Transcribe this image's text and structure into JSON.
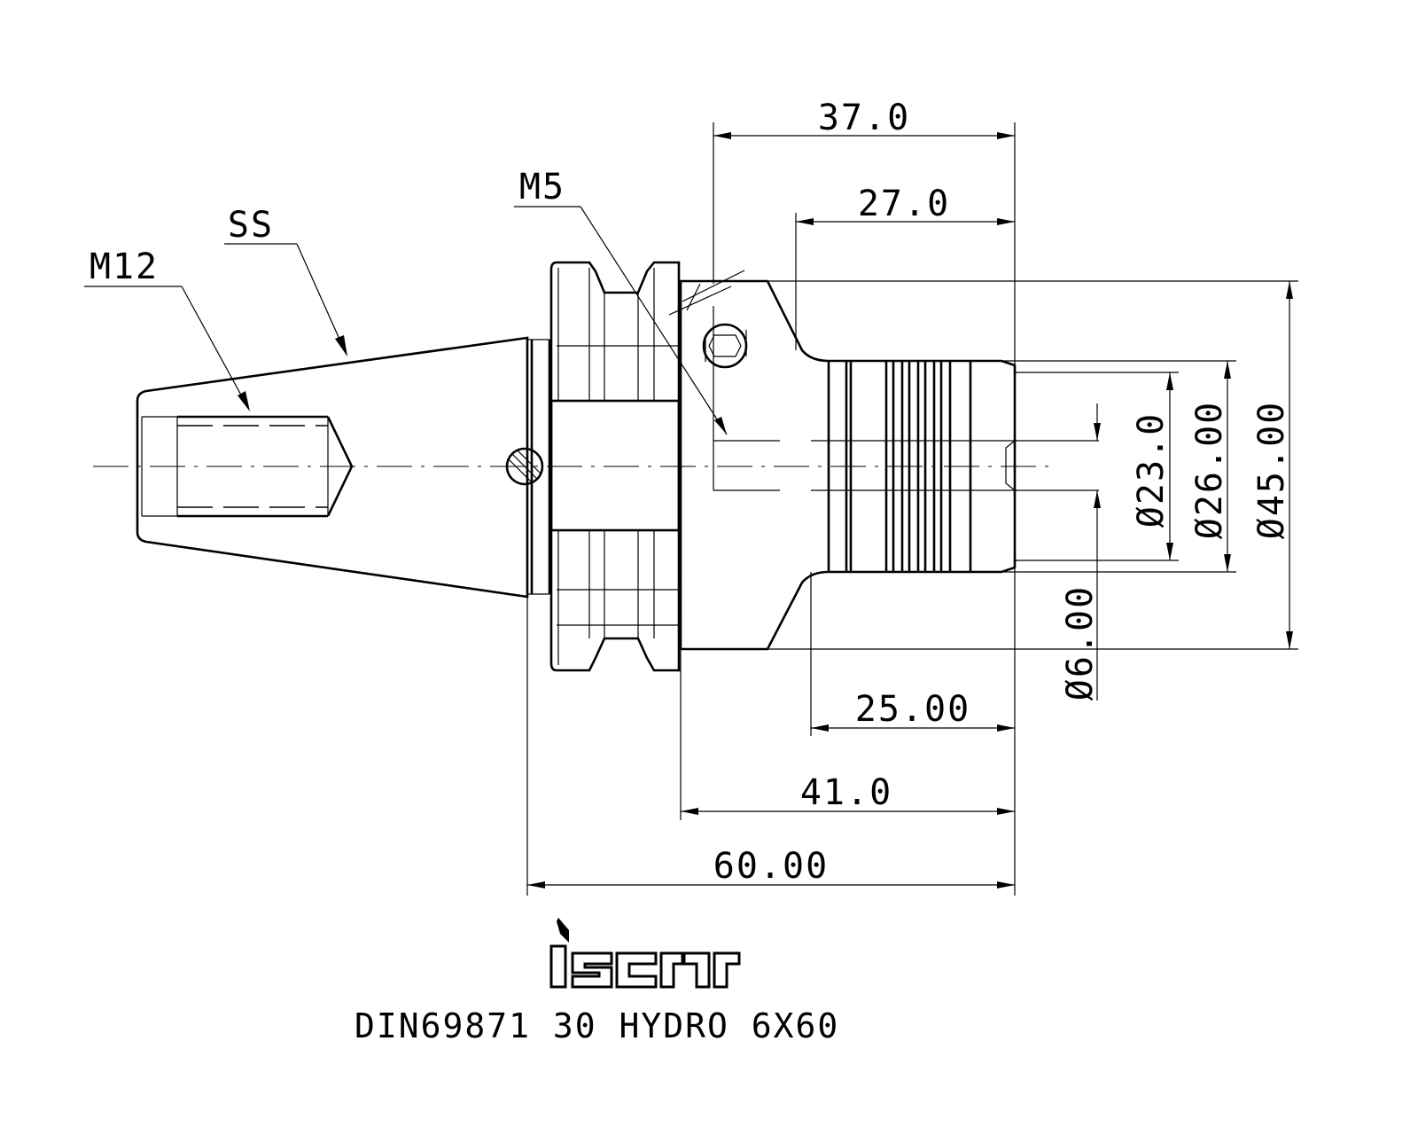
{
  "labels": {
    "dim_37": "37.0",
    "dim_27": "27.0",
    "dim_25": "25.00",
    "dim_41": "41.0",
    "dim_60": "60.00",
    "dia_23": "Ø23.0",
    "dia_26": "Ø26.00",
    "dia_45": "Ø45.00",
    "dia_6": "Ø6.00",
    "thread_m5": "M5",
    "thread_m12": "M12",
    "label_ss": "SS"
  },
  "title": "DIN69871  30  HYDRO  6X60",
  "logo_text": "iscar"
}
